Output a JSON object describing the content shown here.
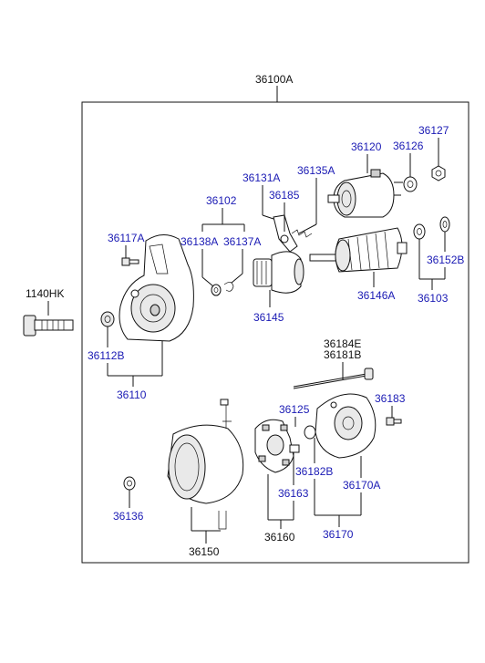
{
  "assembly_label": "36100A",
  "labels": {
    "p1140HK": "1140HK",
    "p36127": "36127",
    "p36120": "36120",
    "p36126": "36126",
    "p36131A": "36131A",
    "p36135A": "36135A",
    "p36185": "36185",
    "p36102": "36102",
    "p36117A": "36117A",
    "p36138A": "36138A",
    "p36137A": "36137A",
    "p36152B": "36152B",
    "p36146A": "36146A",
    "p36103": "36103",
    "p36145": "36145",
    "p36112B": "36112B",
    "p36110": "36110",
    "p36184E": "36184E",
    "p36181B": "36181B",
    "p36183": "36183",
    "p36125": "36125",
    "p36182B": "36182B",
    "p36163": "36163",
    "p36170A": "36170A",
    "p36136": "36136",
    "p36160": "36160",
    "p36170": "36170",
    "p36150": "36150"
  }
}
